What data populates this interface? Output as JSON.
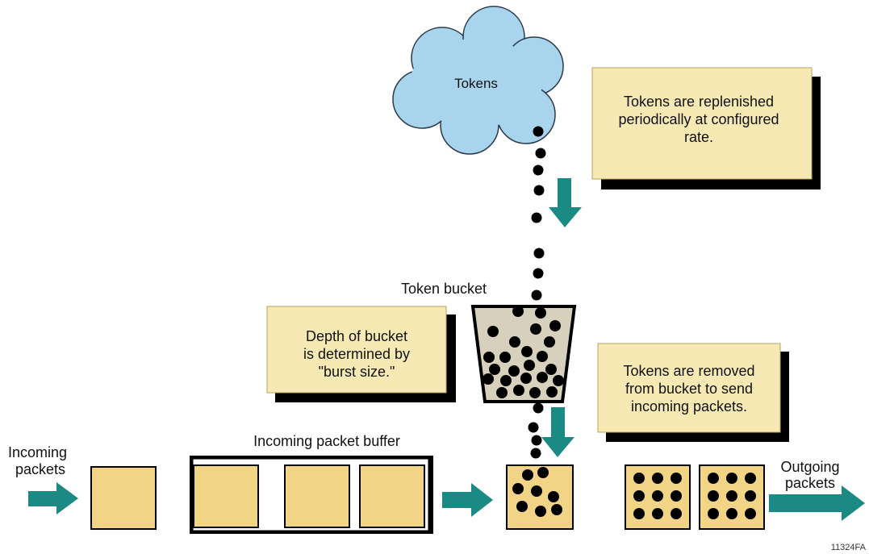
{
  "diagram": {
    "cloud": {
      "label": "Tokens"
    },
    "notes": {
      "replenish": [
        "Tokens are replenished",
        "periodically at configured",
        "rate."
      ],
      "depth": [
        "Depth of bucket",
        "is determined by",
        "\"burst size.\""
      ],
      "removed": [
        "Tokens are removed",
        "from bucket to send",
        "incoming packets."
      ]
    },
    "labels": {
      "token_bucket": "Token bucket",
      "incoming": [
        "Incoming",
        "packets"
      ],
      "buffer": "Incoming packet buffer",
      "outgoing": [
        "Outgoing",
        "packets"
      ],
      "figure_id": "11324FA"
    },
    "colors": {
      "cloud_fill": "#a9d4ee",
      "note_fill": "#f7e9b4",
      "packet_fill": "#f2d487",
      "bucket_fill": "#d6d0bd",
      "arrow_teal": "#1b8a84",
      "token": "#000000"
    }
  }
}
